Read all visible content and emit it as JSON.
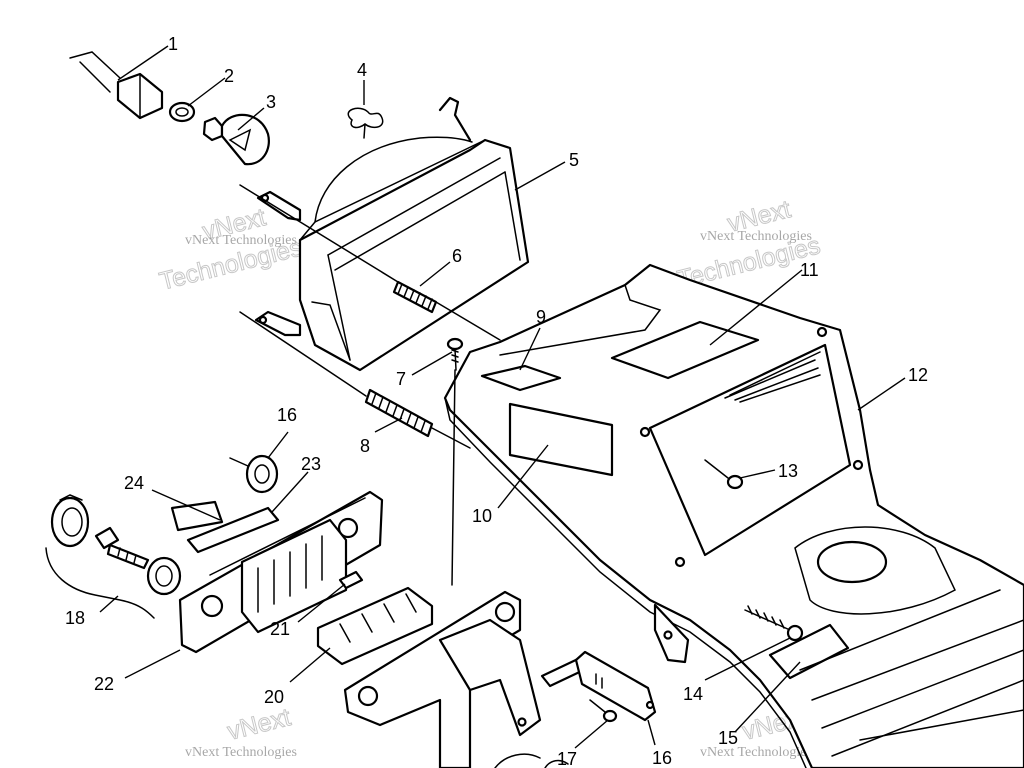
{
  "diagram": {
    "callouts": [
      {
        "id": "c1",
        "text": "1"
      },
      {
        "id": "c2",
        "text": "2"
      },
      {
        "id": "c3",
        "text": "3"
      },
      {
        "id": "c4",
        "text": "4"
      },
      {
        "id": "c5",
        "text": "5"
      },
      {
        "id": "c6",
        "text": "6"
      },
      {
        "id": "c7",
        "text": "7"
      },
      {
        "id": "c8",
        "text": "8"
      },
      {
        "id": "c9",
        "text": "9"
      },
      {
        "id": "c10",
        "text": "10"
      },
      {
        "id": "c11",
        "text": "11"
      },
      {
        "id": "c12",
        "text": "12"
      },
      {
        "id": "c13",
        "text": "13"
      },
      {
        "id": "c14",
        "text": "14"
      },
      {
        "id": "c15",
        "text": "15"
      },
      {
        "id": "c16a",
        "text": "16"
      },
      {
        "id": "c16b",
        "text": "16"
      },
      {
        "id": "c17",
        "text": "17"
      },
      {
        "id": "c18",
        "text": "18"
      },
      {
        "id": "c20",
        "text": "20"
      },
      {
        "id": "c21",
        "text": "21"
      },
      {
        "id": "c22",
        "text": "22"
      },
      {
        "id": "c23",
        "text": "23"
      },
      {
        "id": "c24",
        "text": "24"
      }
    ],
    "watermark": {
      "line1": "vNext Technologies",
      "line2": "vNext",
      "line3": "Technologies"
    }
  }
}
